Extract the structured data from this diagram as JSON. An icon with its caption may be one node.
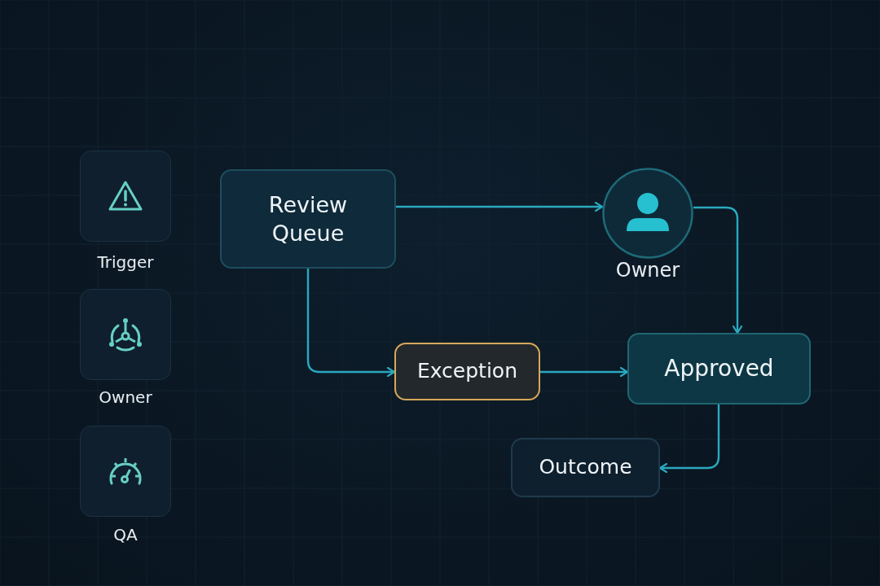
{
  "diagram": {
    "nodes": [
      {
        "text": [
          "Trigger"
        ]
      },
      {
        "text": [
          "Owner"
        ]
      },
      {
        "text": [
          "QA"
        ]
      },
      {
        "text": [
          "Review Queue"
        ]
      },
      {
        "text": [
          "Owner"
        ]
      },
      {
        "text": [
          "Exception"
        ]
      },
      {
        "text": [
          "Approved"
        ]
      },
      {
        "text": [
          "Outcome"
        ]
      }
    ],
    "edges": [
      {
        "from": 3,
        "to": 4,
        "arrow": "to"
      },
      {
        "from": 4,
        "to": 6,
        "arrow": "to"
      },
      {
        "from": 3,
        "to": 5,
        "arrow": "to"
      },
      {
        "from": 5,
        "to": 6,
        "arrow": "to"
      },
      {
        "from": 6,
        "to": 7,
        "arrow": "to"
      }
    ]
  }
}
